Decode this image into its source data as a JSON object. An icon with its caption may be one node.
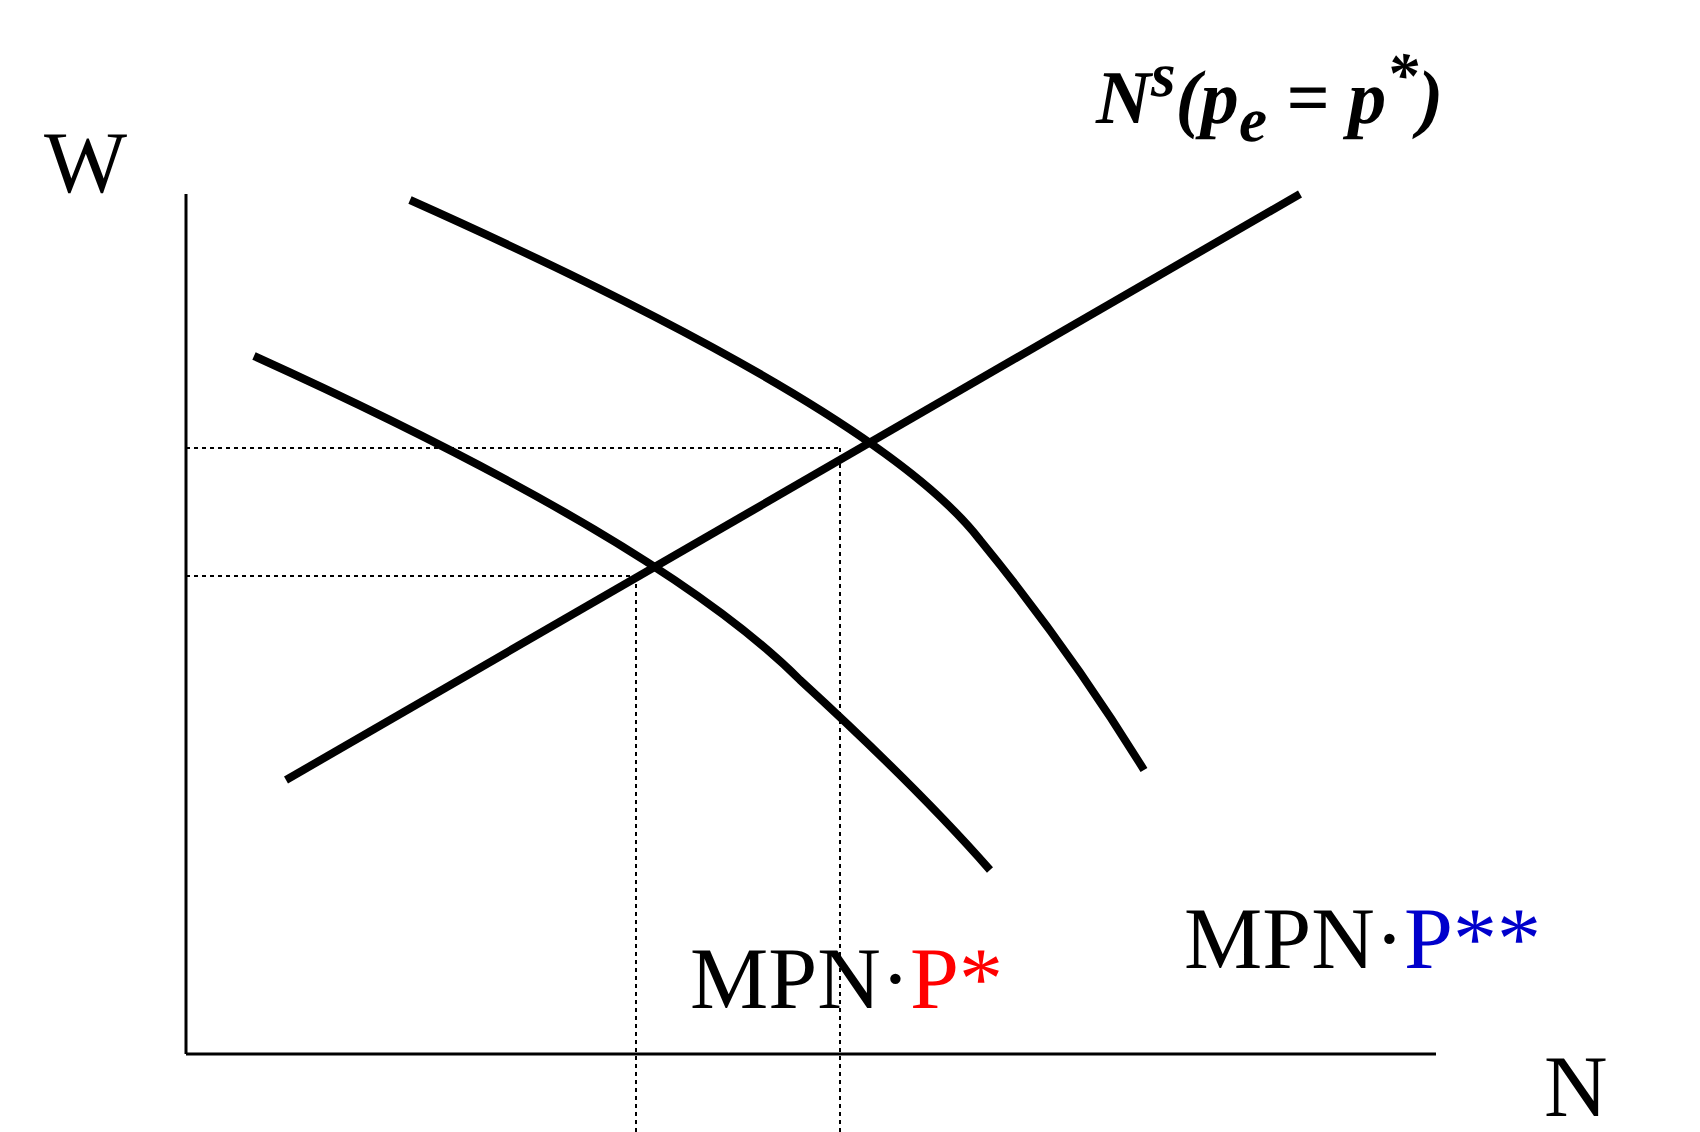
{
  "diagram": {
    "labels": [
      "W",
      "N$^{s}$(p$_{e}$ = p$^{*}$)",
      "MPN·P*",
      "MPN·P**",
      "N"
    ]
  }
}
